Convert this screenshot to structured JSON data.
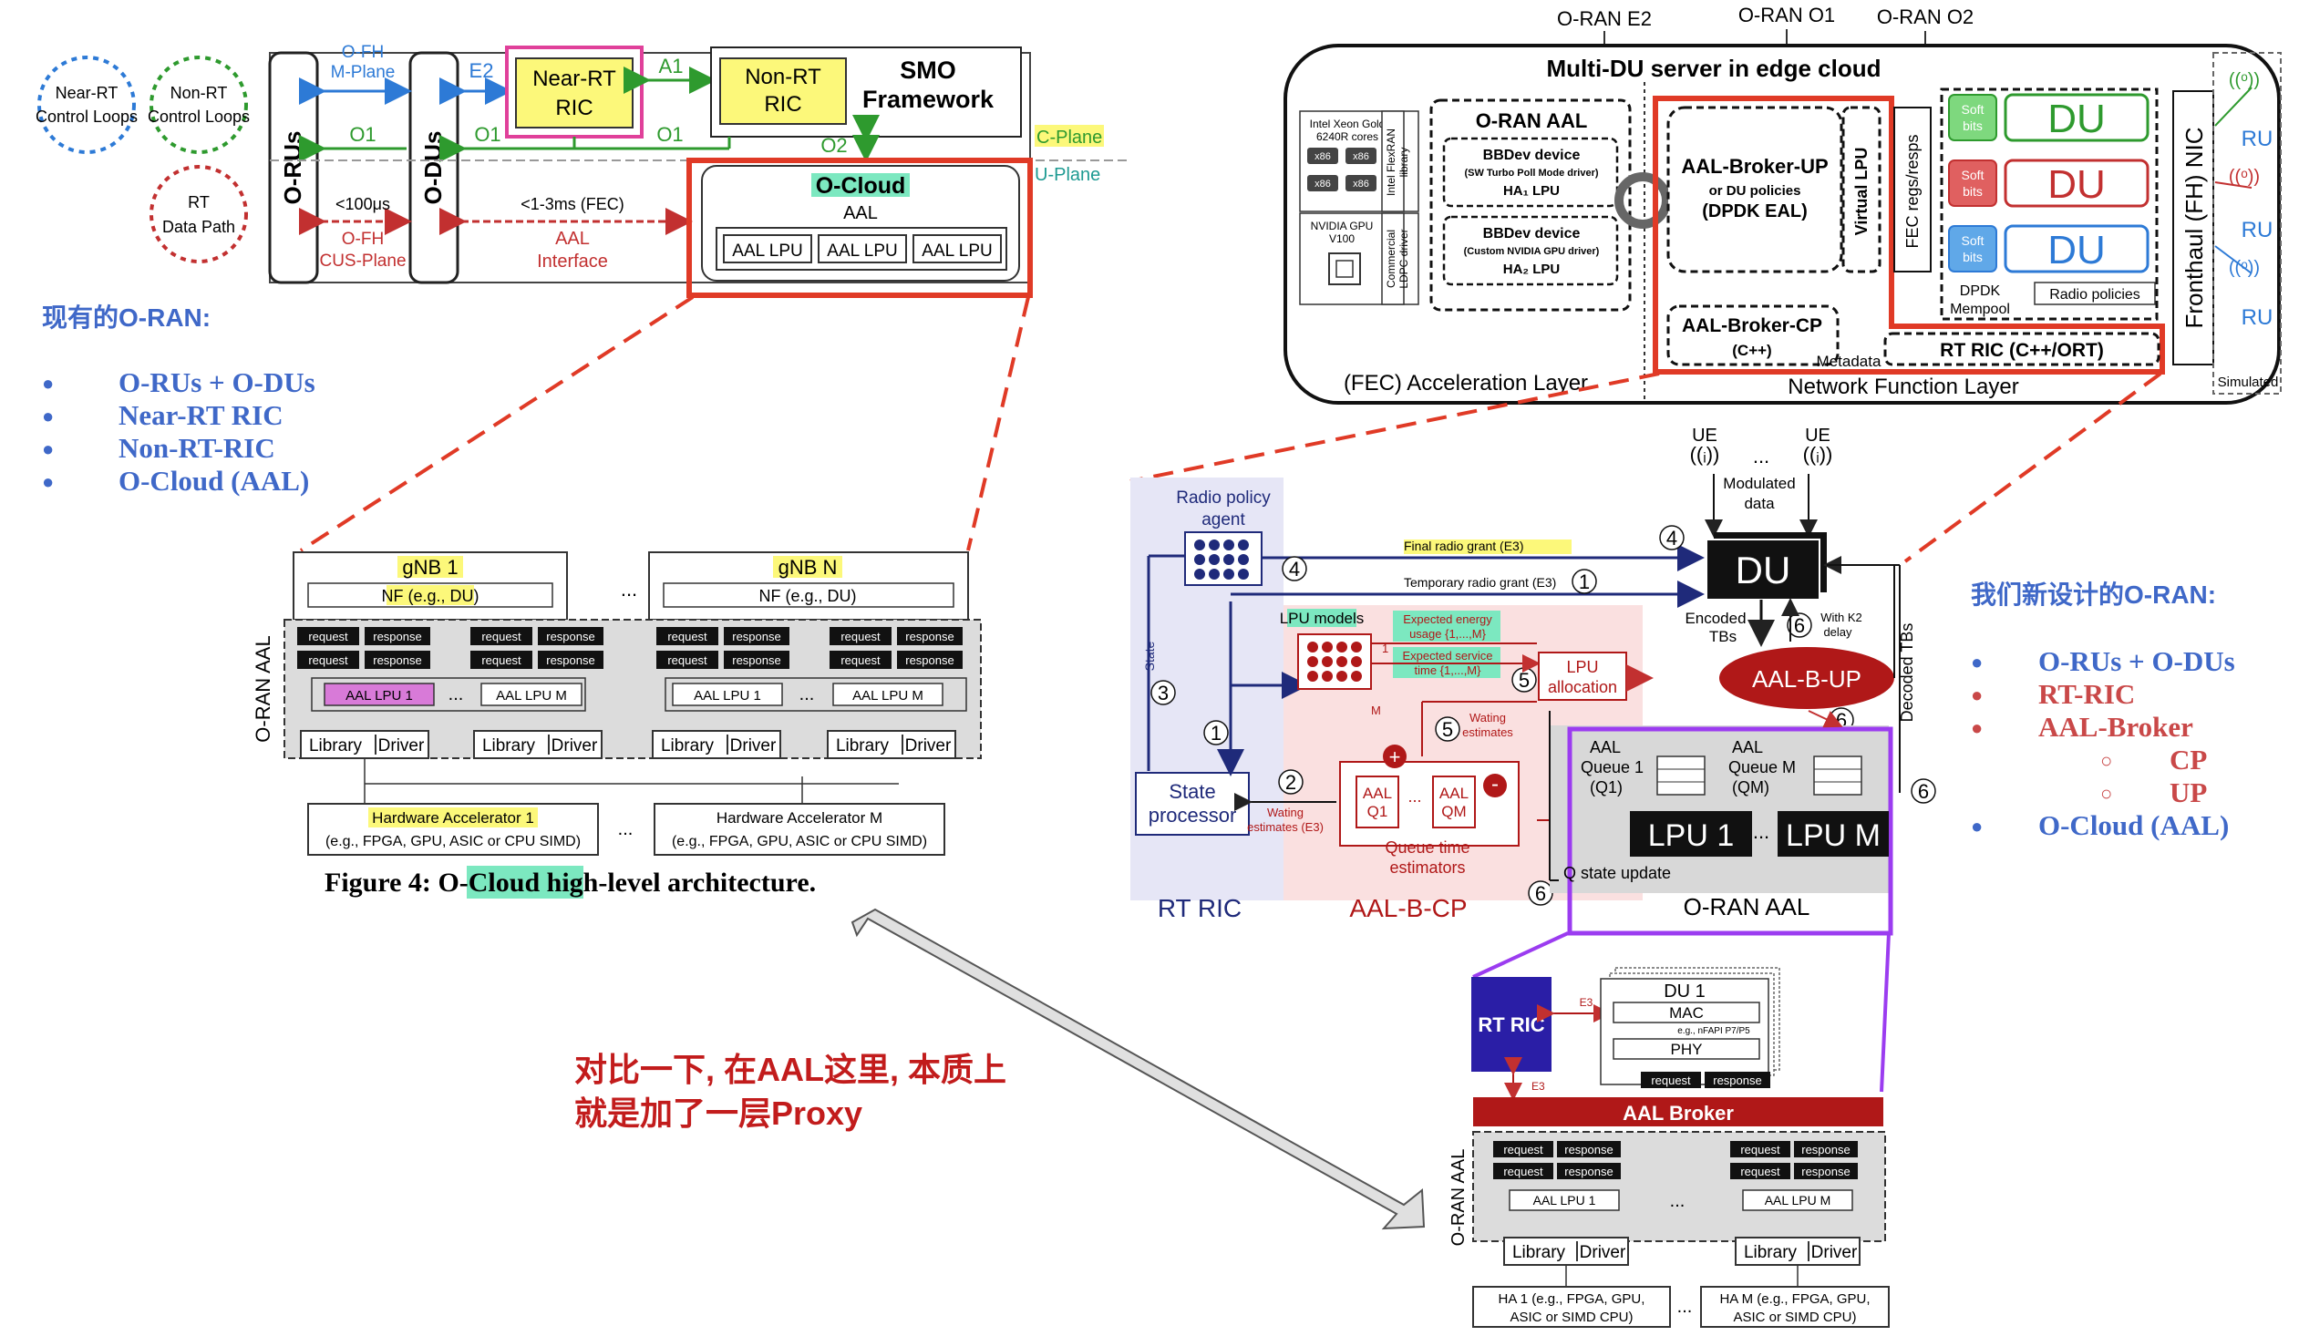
{
  "left": {
    "loops": {
      "near_rt": "Near-RT",
      "near_rt_sub": "Control Loops",
      "non_rt": "Non-RT",
      "non_rt_sub": "Control Loops",
      "rt": "RT",
      "rt_sub": "Data Path"
    },
    "o_rus": "O-RUs",
    "o_dus": "O-DUs",
    "ofh_mplane": "O-FH",
    "ofh_mplane2": "M-Plane",
    "e2": "E2",
    "a1": "A1",
    "o1": "O1",
    "o2": "O2",
    "near_rt_ric": "Near-RT",
    "near_rt_ric2": "RIC",
    "non_rt_ric": "Non-RT",
    "non_rt_ric2": "RIC",
    "smo": "SMO",
    "smo2": "Framework",
    "cplane": "C-Plane",
    "uplane": "U-Plane",
    "latency1": "<100μs",
    "latency2": "<1-3ms (FEC)",
    "ofh_cus": "O-FH",
    "ofh_cus2": "CUS-Plane",
    "aal_iface": "AAL",
    "aal_iface2": "Interface",
    "ocloud": "O-Cloud",
    "aal": "AAL",
    "aal_lpu": "AAL LPU",
    "gnb1": "gNB 1",
    "gnbn": "gNB N",
    "nf": "NF (e.g., DU)",
    "request": "request",
    "response": "response",
    "aal_lpu1": "AAL LPU 1",
    "aal_lpum": "AAL LPU M",
    "library": "Library",
    "driver": "Driver",
    "oran_aal": "O-RAN AAL",
    "ha1": "Hardware Accelerator 1",
    "ham": "Hardware Accelerator M",
    "ha_sub": "(e.g., FPGA, GPU, ASIC or CPU SIMD)",
    "ellipsis": "...",
    "caption_prefix": "Figure 4: ",
    "caption_hl": "O-Cloud",
    "caption_suffix": " high-level architecture.",
    "title": "现有的O-RAN:",
    "items": [
      "O-RUs + O-DUs",
      "Near-RT RIC",
      "Non-RT-RIC",
      "O-Cloud (AAL)"
    ]
  },
  "note": {
    "line1": "对比一下, 在AAL这里, 本质上",
    "line2": "就是加了一层Proxy"
  },
  "right": {
    "oran_e2": "O-RAN E2",
    "oran_o1": "O-RAN O1",
    "oran_o2": "O-RAN O2",
    "server_title": "Multi-DU server in edge cloud",
    "intel": "Intel Xeon Gold",
    "intel2": "6240R cores",
    "x86": "x86",
    "intel_lib": "Intel FlexRAN",
    "intel_lib2": "library",
    "nvidia": "NVIDIA GPU",
    "nvidia2": "V100",
    "comm": "Commercial",
    "comm2": "LDPC driver",
    "oran_aal": "O-RAN AAL",
    "bbdev1": "BBDev device",
    "bbdev1_sub": "(SW Turbo Poll Mode driver)",
    "ha1_lpu": "HA₁ LPU",
    "bbdev2": "BBDev device",
    "bbdev2_sub": "(Custom NVIDIA GPU driver)",
    "ha2_lpu": "HA₂ LPU",
    "fec_layer": "(FEC) Acceleration Layer",
    "broker_up": "AAL-Broker-UP",
    "broker_up2": "or DU policies",
    "broker_up3": "(DPDK EAL)",
    "virtual_lpu": "Virtual LPU",
    "fec_regs": "FEC regs/resps",
    "broker_cp": "AAL-Broker-CP",
    "broker_cp2": "(C++)",
    "metadata": "Metadata",
    "rt_ric": "RT RIC (C++/ORT)",
    "soft": "Soft",
    "bits": "bits",
    "du": "DU",
    "dpdk": "DPDK",
    "mempool": "Mempool",
    "radio_policies": "Radio policies",
    "fronthaul": "Fronthaul (FH) NIC",
    "ru": "RU",
    "simulated": "Simulated",
    "nf_layer": "Network Function Layer",
    "ue": "UE",
    "modulated": "Modulated",
    "data": "data",
    "radio_agent": "Radio policy",
    "radio_agent2": "agent",
    "final_grant": "Final radio grant (E3)",
    "temp_grant": "Temporary radio grant (E3)",
    "lpu_models": "LPU models",
    "exp_energy": "Expected energy",
    "exp_energy2": "usage {1,...,M}",
    "exp_service": "Expected service",
    "exp_service2": "time {1,...,M}",
    "lpu_alloc": "LPU",
    "lpu_alloc2": "allocation",
    "aal_b_up": "AAL-B-UP",
    "encoded": "Encoded",
    "encoded2": "TBs",
    "with_k2": "With K2",
    "with_k22": "delay",
    "decoded": "Decoded TBs",
    "waiting_est": "Wating",
    "waiting_est2": "estimates",
    "state": "State",
    "state_proc": "State",
    "state_proc2": "processor",
    "waiting_e3": "Wating",
    "waiting_e32": "estimates (E3)",
    "aal": "AAL",
    "q1": "Q1",
    "qm": "QM",
    "queue_est": "Queue time",
    "queue_est2": "estimators",
    "aal_queue1": "AAL",
    "aal_queue1b": "Queue 1",
    "aal_queue1c": "(Q1)",
    "aal_queuem": "AAL",
    "aal_queuemb": "Queue M",
    "aal_queuemc": "(QM)",
    "lpu1": "LPU 1",
    "lpum": "LPU M",
    "q_update": "Q state update",
    "oran_aal2": "O-RAN AAL",
    "rt_ric_lbl": "RT RIC",
    "aal_b_cp": "AAL-B-CP",
    "n1": "1",
    "n2": "2",
    "n3": "3",
    "n4": "4",
    "n5": "5",
    "n6": "6",
    "m": "M",
    "one": "1",
    "plus": "+",
    "minus": "-",
    "ellipsis": "...",
    "rt_ric_box": "RT RIC",
    "e3": "E3",
    "du1": "DU 1",
    "mac": "MAC",
    "nfapi": "e.g., nFAPI P7/P5",
    "phy": "PHY",
    "aal_broker": "AAL Broker",
    "request": "request",
    "response": "response",
    "aal_lpu1": "AAL LPU 1",
    "aal_lpum": "AAL LPU M",
    "library": "Library",
    "driver": "Driver",
    "ha1": "HA 1 (e.g., FPGA, GPU,",
    "ha1b": "ASIC or  SIMD CPU)",
    "ham": "HA M (e.g., FPGA, GPU,",
    "hamb": "ASIC or  SIMD CPU)",
    "title": "我们新设计的O-RAN:",
    "items": [
      "O-RUs + O-DUs",
      "RT-RIC",
      "AAL-Broker",
      "CP",
      "UP",
      "O-Cloud (AAL)"
    ]
  },
  "colors": {
    "red": "#e03a26",
    "blue_text": "#3f68c8",
    "purple": "#9b3cf0",
    "dark_red": "#b01818",
    "navy": "#1f2a7a"
  }
}
